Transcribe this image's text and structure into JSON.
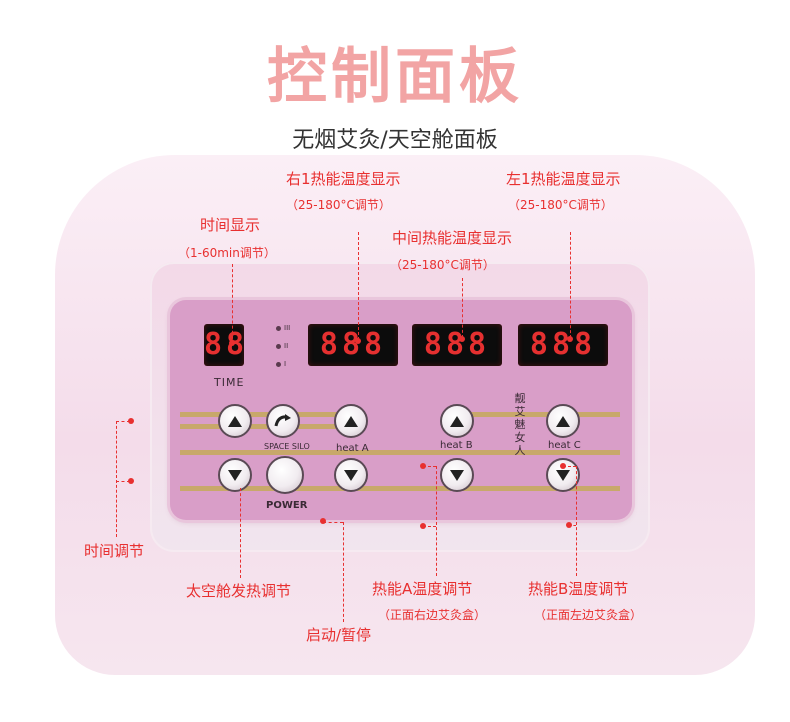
{
  "header": {
    "title": "控制面板",
    "subtitle": "无烟艾灸/天空舱面板"
  },
  "panel": {
    "timer_display": "88",
    "temp_right1": "888",
    "temp_middle": "888",
    "temp_left1": "888",
    "time_label": "TIME",
    "level_labels": [
      "III",
      "II",
      "I"
    ],
    "space_silo_label": "SPACE SILO",
    "power_label": "POWER",
    "heat_a_label": "heat A",
    "heat_b_label": "heat B",
    "heat_c_label": "heat C",
    "brand_text": "靓艾魅女人"
  },
  "annotations": {
    "time_display": "时间显示",
    "time_display_range": "（1-60min调节）",
    "right1_temp": "右1热能温度显示",
    "right1_temp_range": "（25-180°C调节）",
    "middle_temp": "中间热能温度显示",
    "middle_temp_range": "（25-180°C调节）",
    "left1_temp": "左1热能温度显示",
    "left1_temp_range": "（25-180°C调节）",
    "time_adjust": "时间调节",
    "silo_heat_adjust": "太空舱发热调节",
    "start_pause": "启动/暂停",
    "heat_a_adjust": "热能A温度调节",
    "heat_a_note": "（正面右边艾灸盒）",
    "heat_b_adjust": "热能B温度调节",
    "heat_b_note": "（正面左边艾灸盒）"
  },
  "colors": {
    "title": "#f2a4a4",
    "annotation": "#e83030",
    "panel": "#d99ec8",
    "lcd_digits": "#e53030"
  }
}
